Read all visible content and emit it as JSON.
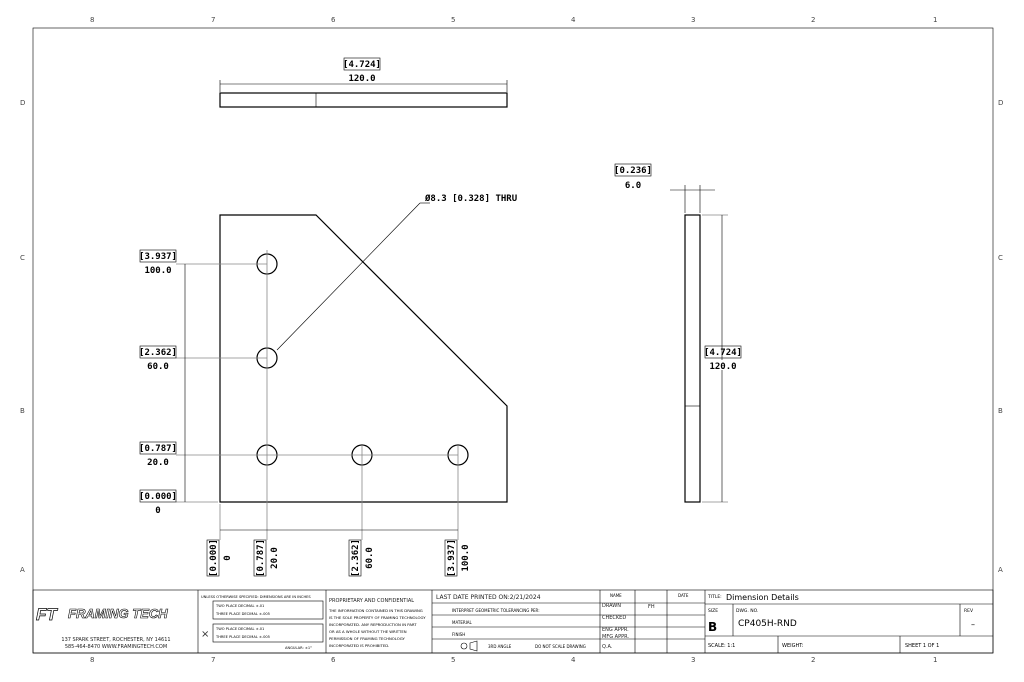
{
  "zones": {
    "numbers": [
      "8",
      "7",
      "6",
      "5",
      "4",
      "3",
      "2",
      "1"
    ],
    "letters": [
      "D",
      "C",
      "B",
      "A"
    ]
  },
  "top_view": {
    "width_in": "[4.724]",
    "width_mm": "120.0"
  },
  "front_view": {
    "hole_callout": "Ø8.3 [0.328] THRU",
    "y_dims": [
      {
        "in": "[3.937]",
        "mm": "100.0"
      },
      {
        "in": "[2.362]",
        "mm": "60.0"
      },
      {
        "in": "[0.787]",
        "mm": "20.0"
      },
      {
        "in": "[0.000]",
        "mm": "0"
      }
    ],
    "x_dims": [
      {
        "in": "[0.000]",
        "mm": "0"
      },
      {
        "in": "[0.787]",
        "mm": "20.0"
      },
      {
        "in": "[2.362]",
        "mm": "60.0"
      },
      {
        "in": "[3.937]",
        "mm": "100.0"
      }
    ]
  },
  "side_view": {
    "thickness_in": "[0.236]",
    "thickness_mm": "6.0",
    "height_in": "[4.724]",
    "height_mm": "120.0"
  },
  "title_block": {
    "logo": "FT FRAMING TECH",
    "address": "137 SPARK STREET, ROCHESTER, NY 14611",
    "contact": "585-464-8470  WWW.FRAMINGTECH.COM",
    "tolerance_header": "UNLESS OTHERWISE SPECIFIED: DIMENSIONS ARE IN INCHES",
    "tolerance_rows": [
      "TWO PLACE DECIMAL  ±.01",
      "THREE PLACE DECIMAL ±.005",
      "ANGULAR: ±1°"
    ],
    "proprietary_title": "PROPRIETARY AND CONFIDENTIAL",
    "proprietary_text": [
      "THE INFORMATION CONTAINED IN THIS DRAWING",
      "IS THE SOLE PROPERTY OF FRAMING TECHNOLOGY",
      "INCORPORATED. ANY REPRODUCTION IN PART",
      "OR AS A WHOLE WITHOUT THE WRITTEN",
      "PERMISSION OF FRAMING TECHNOLOGY",
      "INCORPORATED IS PROHIBITED."
    ],
    "last_printed": "LAST DATE PRINTED ON:2/21/2024",
    "interpret": "INTERPRET GEOMETRIC TOLERANCING PER:",
    "material": "MATERIAL",
    "finish": "FINISH",
    "third_angle": "3RD ANGLE",
    "do_not_scale": "DO NOT SCALE DRAWING",
    "name_hdr": "NAME",
    "date_hdr": "DATE",
    "roles": [
      "DRAWN",
      "CHECKED",
      "ENG APPR.",
      "MFG APPR.",
      "Q.A."
    ],
    "drawn_name": "FH",
    "title_label": "TITLE:",
    "title": "Dimension Details",
    "size_label": "SIZE",
    "size": "B",
    "dwg_label": "DWG. NO.",
    "dwg_no": "CP405H-RND",
    "rev_label": "REV",
    "rev": "–",
    "scale": "SCALE: 1:1",
    "weight": "WEIGHT:",
    "sheet": "SHEET 1 OF 1"
  }
}
